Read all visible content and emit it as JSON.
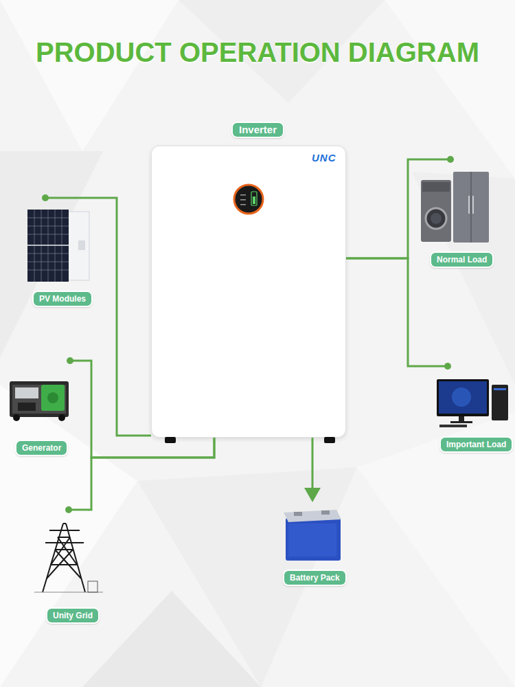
{
  "diagram": {
    "title": "PRODUCT OPERATION DIAGRAM",
    "nodes": [
      {
        "text": [
          "Inverter",
          "UNC"
        ]
      },
      {
        "text": [
          "PV Modules"
        ]
      },
      {
        "text": [
          "Normal Load"
        ]
      },
      {
        "text": [
          "Generator"
        ]
      },
      {
        "text": [
          "Important Load"
        ]
      },
      {
        "text": [
          "Battery Pack"
        ]
      },
      {
        "text": [
          "Unity Grid"
        ]
      }
    ],
    "edges": [
      {
        "from": 1,
        "to": 0,
        "arrow": "none"
      },
      {
        "from": 3,
        "to": 0,
        "arrow": "none"
      },
      {
        "from": 6,
        "to": 0,
        "arrow": "none"
      },
      {
        "from": 0,
        "to": 2,
        "arrow": "none"
      },
      {
        "from": 0,
        "to": 4,
        "arrow": "none"
      },
      {
        "from": 0,
        "to": 5,
        "arrow": "to"
      }
    ]
  }
}
